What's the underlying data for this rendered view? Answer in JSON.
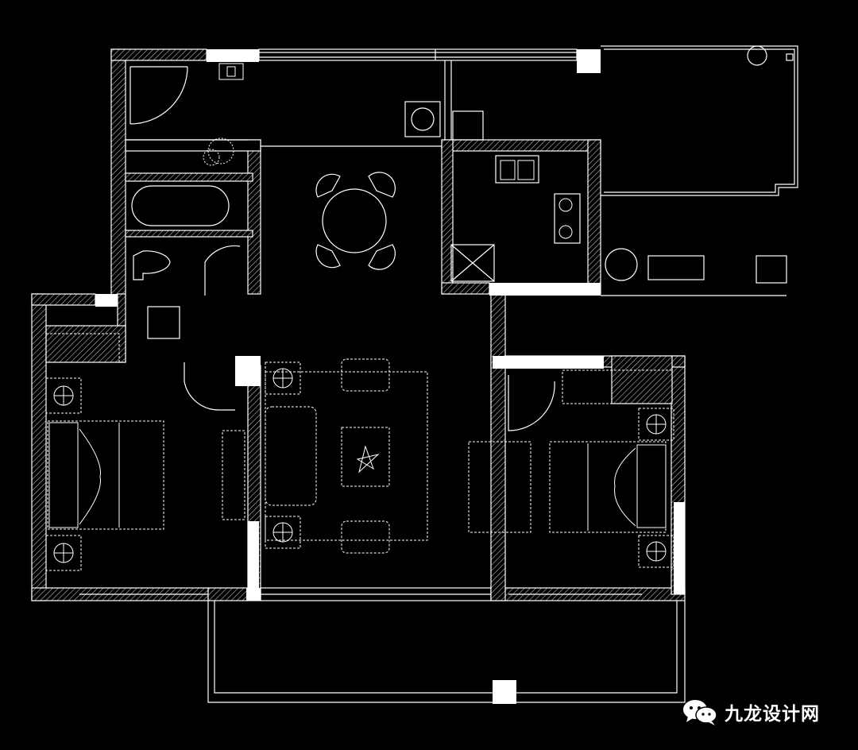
{
  "watermark": {
    "text": "九龙设计网",
    "icon": "wechat-icon"
  },
  "colors": {
    "background": "#000000",
    "line": "#ffffff",
    "hatch": "#cccccc"
  },
  "drawing": {
    "type": "floor-plan",
    "rooms": [
      "bedroom-left",
      "bedroom-right",
      "living-room",
      "dining-area",
      "kitchen",
      "bathroom",
      "entry",
      "balcony-south",
      "balcony-north-east"
    ]
  }
}
